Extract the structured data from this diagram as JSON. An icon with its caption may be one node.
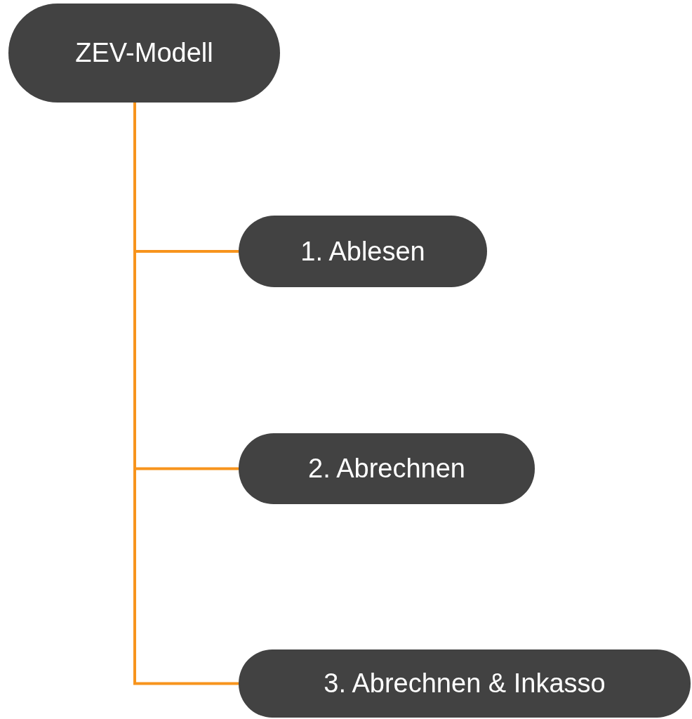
{
  "diagram": {
    "nodes": [
      {
        "text": [
          "ZEV-Modell"
        ]
      },
      {
        "text": [
          "1. Ablesen"
        ]
      },
      {
        "text": [
          "2. Abrechnen"
        ]
      },
      {
        "text": [
          "3. Abrechnen & Inkasso"
        ]
      }
    ],
    "edges": [
      {
        "from": 0,
        "to": 1,
        "arrow": "none"
      },
      {
        "from": 0,
        "to": 2,
        "arrow": "none"
      },
      {
        "from": 0,
        "to": 3,
        "arrow": "none"
      }
    ]
  }
}
